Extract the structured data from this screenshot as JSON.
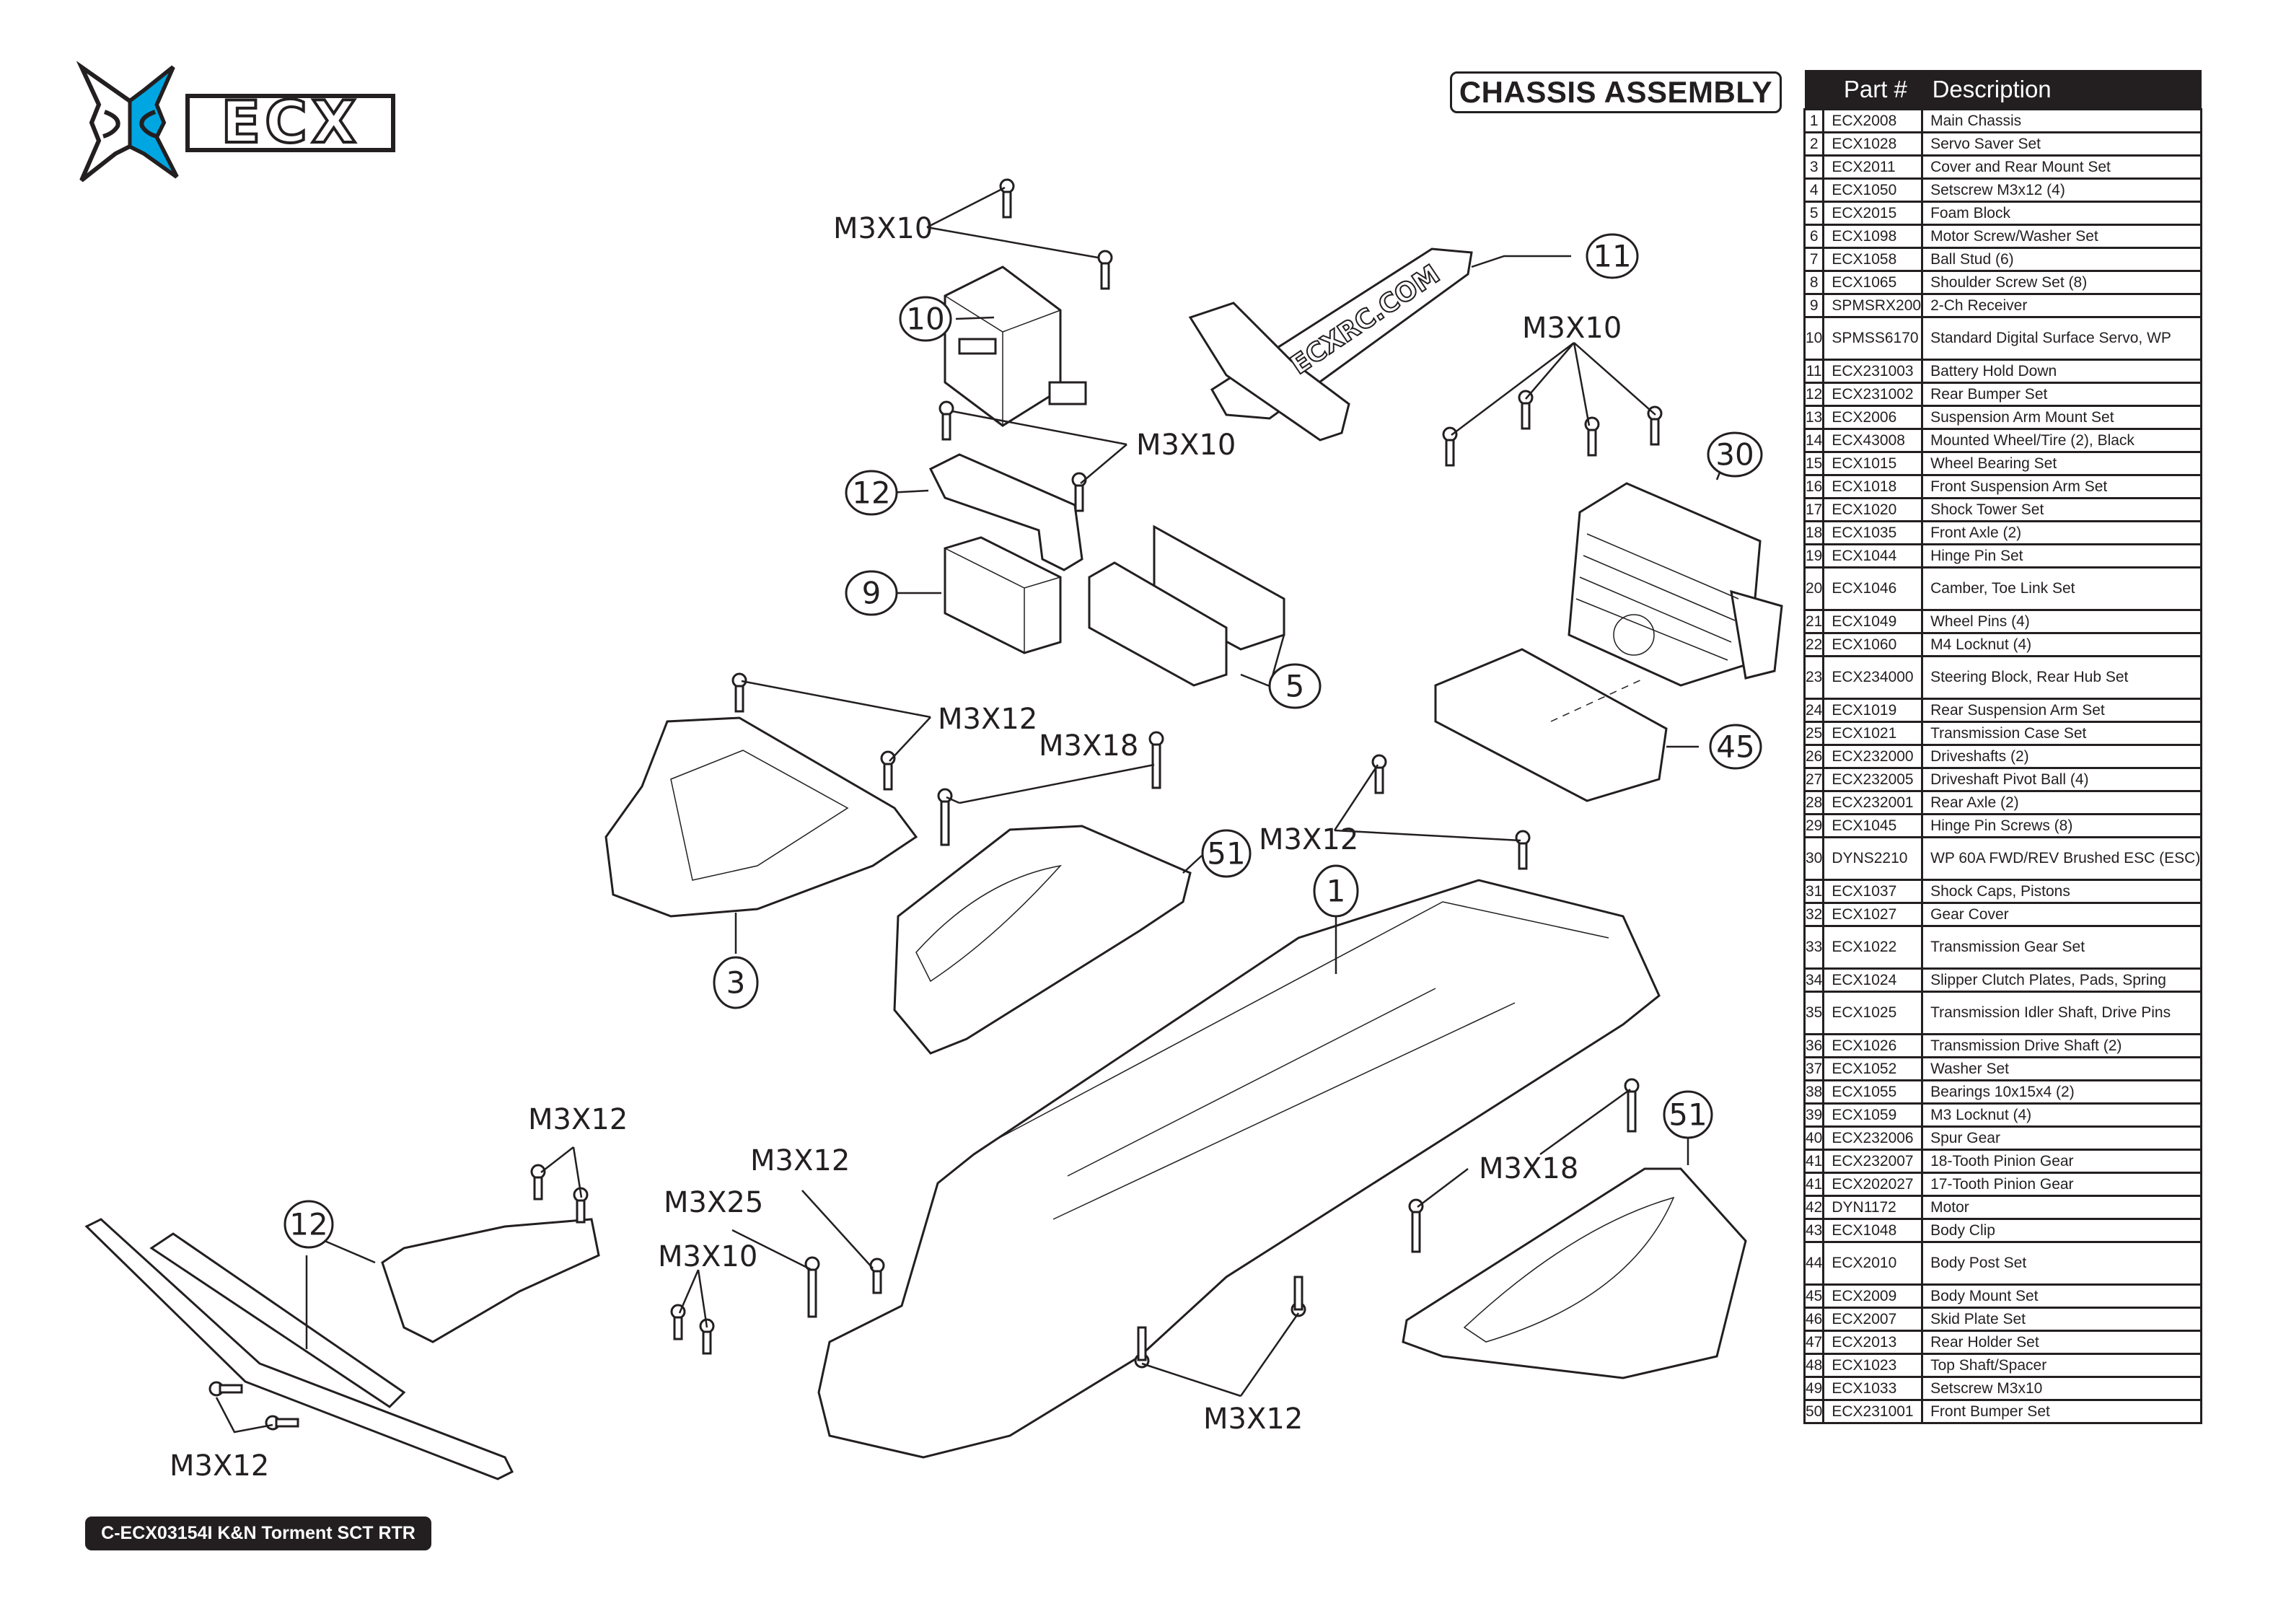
{
  "header": {
    "brand": "ECX",
    "brand_accent_color": "#00a6e2",
    "title": "CHASSIS ASSEMBLY"
  },
  "footer": {
    "label": "C-ECX03154I K&N Torment SCT RTR"
  },
  "parts_table": {
    "columns": [
      "",
      "Part #",
      "Description"
    ],
    "rows": [
      {
        "num": "1",
        "part": "ECX2008",
        "desc": "Main Chassis"
      },
      {
        "num": "2",
        "part": "ECX1028",
        "desc": "Servo Saver Set"
      },
      {
        "num": "3",
        "part": "ECX2011",
        "desc": "Cover and Rear Mount Set"
      },
      {
        "num": "4",
        "part": "ECX1050",
        "desc": "Setscrew M3x12 (4)"
      },
      {
        "num": "5",
        "part": "ECX2015",
        "desc": "Foam Block"
      },
      {
        "num": "6",
        "part": "ECX1098",
        "desc": "Motor Screw/Washer Set"
      },
      {
        "num": "7",
        "part": "ECX1058",
        "desc": "Ball Stud (6)"
      },
      {
        "num": "8",
        "part": "ECX1065",
        "desc": "Shoulder Screw Set (8)"
      },
      {
        "num": "9",
        "part": "SPMSRX200",
        "desc": "2-Ch Receiver"
      },
      {
        "num": "10",
        "part": "SPMSS6170",
        "desc": "Standard Digital Surface Servo, WP",
        "tall": true
      },
      {
        "num": "11",
        "part": "ECX231003",
        "desc": "Battery Hold Down"
      },
      {
        "num": "12",
        "part": "ECX231002",
        "desc": "Rear Bumper Set"
      },
      {
        "num": "13",
        "part": "ECX2006",
        "desc": "Suspension Arm Mount Set"
      },
      {
        "num": "14",
        "part": "ECX43008",
        "desc": "Mounted Wheel/Tire (2), Black"
      },
      {
        "num": "15",
        "part": "ECX1015",
        "desc": "Wheel Bearing Set"
      },
      {
        "num": "16",
        "part": "ECX1018",
        "desc": "Front Suspension Arm Set"
      },
      {
        "num": "17",
        "part": "ECX1020",
        "desc": "Shock Tower Set"
      },
      {
        "num": "18",
        "part": "ECX1035",
        "desc": "Front Axle (2)"
      },
      {
        "num": "19",
        "part": "ECX1044",
        "desc": "Hinge Pin Set"
      },
      {
        "num": "20",
        "part": "ECX1046",
        "desc": "Camber, Toe Link Set",
        "tall": true
      },
      {
        "num": "21",
        "part": "ECX1049",
        "desc": "Wheel Pins (4)"
      },
      {
        "num": "22",
        "part": "ECX1060",
        "desc": "M4 Locknut (4)"
      },
      {
        "num": "23",
        "part": "ECX234000",
        "desc": "Steering Block, Rear Hub Set",
        "tall": true
      },
      {
        "num": "24",
        "part": "ECX1019",
        "desc": "Rear Suspension Arm Set"
      },
      {
        "num": "25",
        "part": "ECX1021",
        "desc": "Transmission Case Set"
      },
      {
        "num": "26",
        "part": "ECX232000",
        "desc": "Driveshafts (2)"
      },
      {
        "num": "27",
        "part": "ECX232005",
        "desc": "Driveshaft Pivot Ball (4)"
      },
      {
        "num": "28",
        "part": "ECX232001",
        "desc": "Rear Axle (2)"
      },
      {
        "num": "29",
        "part": "ECX1045",
        "desc": "Hinge Pin Screws (8)"
      },
      {
        "num": "30",
        "part": "DYNS2210",
        "desc": "WP 60A FWD/REV Brushed ESC (ESC)",
        "tall": true
      },
      {
        "num": "31",
        "part": "ECX1037",
        "desc": "Shock Caps, Pistons"
      },
      {
        "num": "32",
        "part": "ECX1027",
        "desc": "Gear Cover"
      },
      {
        "num": "33",
        "part": "ECX1022",
        "desc": "Transmission Gear Set",
        "tall": true
      },
      {
        "num": "34",
        "part": "ECX1024",
        "desc": "Slipper Clutch Plates, Pads, Spring"
      },
      {
        "num": "35",
        "part": "ECX1025",
        "desc": "Transmission Idler Shaft, Drive Pins",
        "tall": true
      },
      {
        "num": "36",
        "part": "ECX1026",
        "desc": "Transmission Drive Shaft (2)"
      },
      {
        "num": "37",
        "part": "ECX1052",
        "desc": "Washer Set"
      },
      {
        "num": "38",
        "part": "ECX1055",
        "desc": "Bearings 10x15x4 (2)"
      },
      {
        "num": "39",
        "part": "ECX1059",
        "desc": "M3 Locknut (4)"
      },
      {
        "num": "40",
        "part": "ECX232006",
        "desc": "Spur Gear"
      },
      {
        "num": "41",
        "part": "ECX232007",
        "desc": "18-Tooth Pinion Gear"
      },
      {
        "num": "41",
        "part": "ECX202027",
        "desc": "17-Tooth Pinion Gear"
      },
      {
        "num": "42",
        "part": "DYN1172",
        "desc": "Motor"
      },
      {
        "num": "43",
        "part": "ECX1048",
        "desc": "Body Clip"
      },
      {
        "num": "44",
        "part": "ECX2010",
        "desc": "Body Post Set",
        "tall": true
      },
      {
        "num": "45",
        "part": "ECX2009",
        "desc": "Body Mount Set"
      },
      {
        "num": "46",
        "part": "ECX2007",
        "desc": "Skid Plate Set"
      },
      {
        "num": "47",
        "part": "ECX2013",
        "desc": "Rear Holder Set"
      },
      {
        "num": "48",
        "part": "ECX1023",
        "desc": "Top Shaft/Spacer"
      },
      {
        "num": "49",
        "part": "ECX1033",
        "desc": "Setscrew M3x10"
      },
      {
        "num": "50",
        "part": "ECX231001",
        "desc": "Front Bumper Set"
      }
    ]
  },
  "diagram": {
    "part_callouts": [
      "10",
      "11",
      "12",
      "9",
      "5",
      "30",
      "45",
      "3",
      "51",
      "1",
      "51",
      "12"
    ],
    "screw_labels": [
      "M3X10",
      "M3X10",
      "M3X10",
      "M3X12",
      "M3X18",
      "M3X12",
      "M3X12",
      "M3X12",
      "M3X25",
      "M3X10",
      "M3X18",
      "M3X12",
      "M3X12"
    ],
    "battery_strap_text": "ECXRC.COM"
  }
}
